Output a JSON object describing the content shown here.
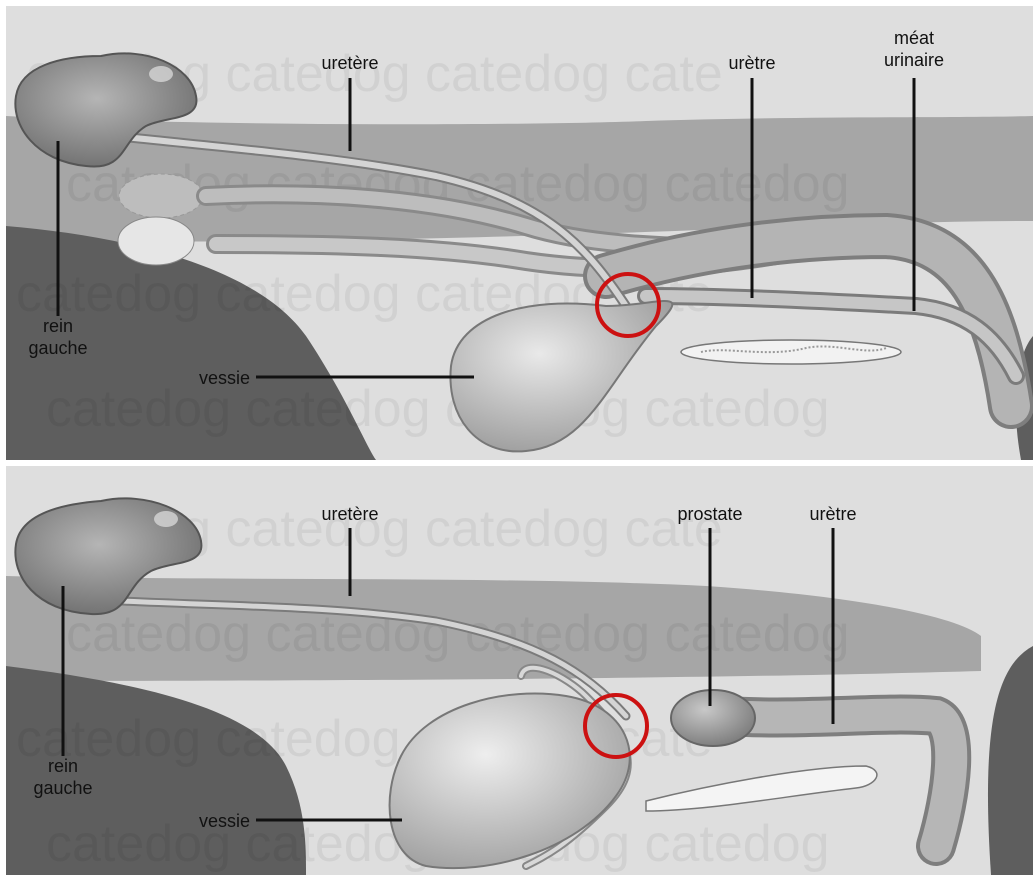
{
  "panels": [
    {
      "id": "female",
      "labels": {
        "ureter": "uretère",
        "urethra": "urètre",
        "meatus_line1": "méat",
        "meatus_line2": "urinaire",
        "kidney_line1": "rein",
        "kidney_line2": "gauche",
        "bladder": "vessie"
      }
    },
    {
      "id": "male",
      "labels": {
        "ureter": "uretère",
        "prostate": "prostate",
        "urethra": "urètre",
        "kidney_line1": "rein",
        "kidney_line2": "gauche",
        "bladder": "vessie"
      }
    }
  ],
  "highlight": {
    "shape": "circle",
    "color": "#cc1111"
  }
}
